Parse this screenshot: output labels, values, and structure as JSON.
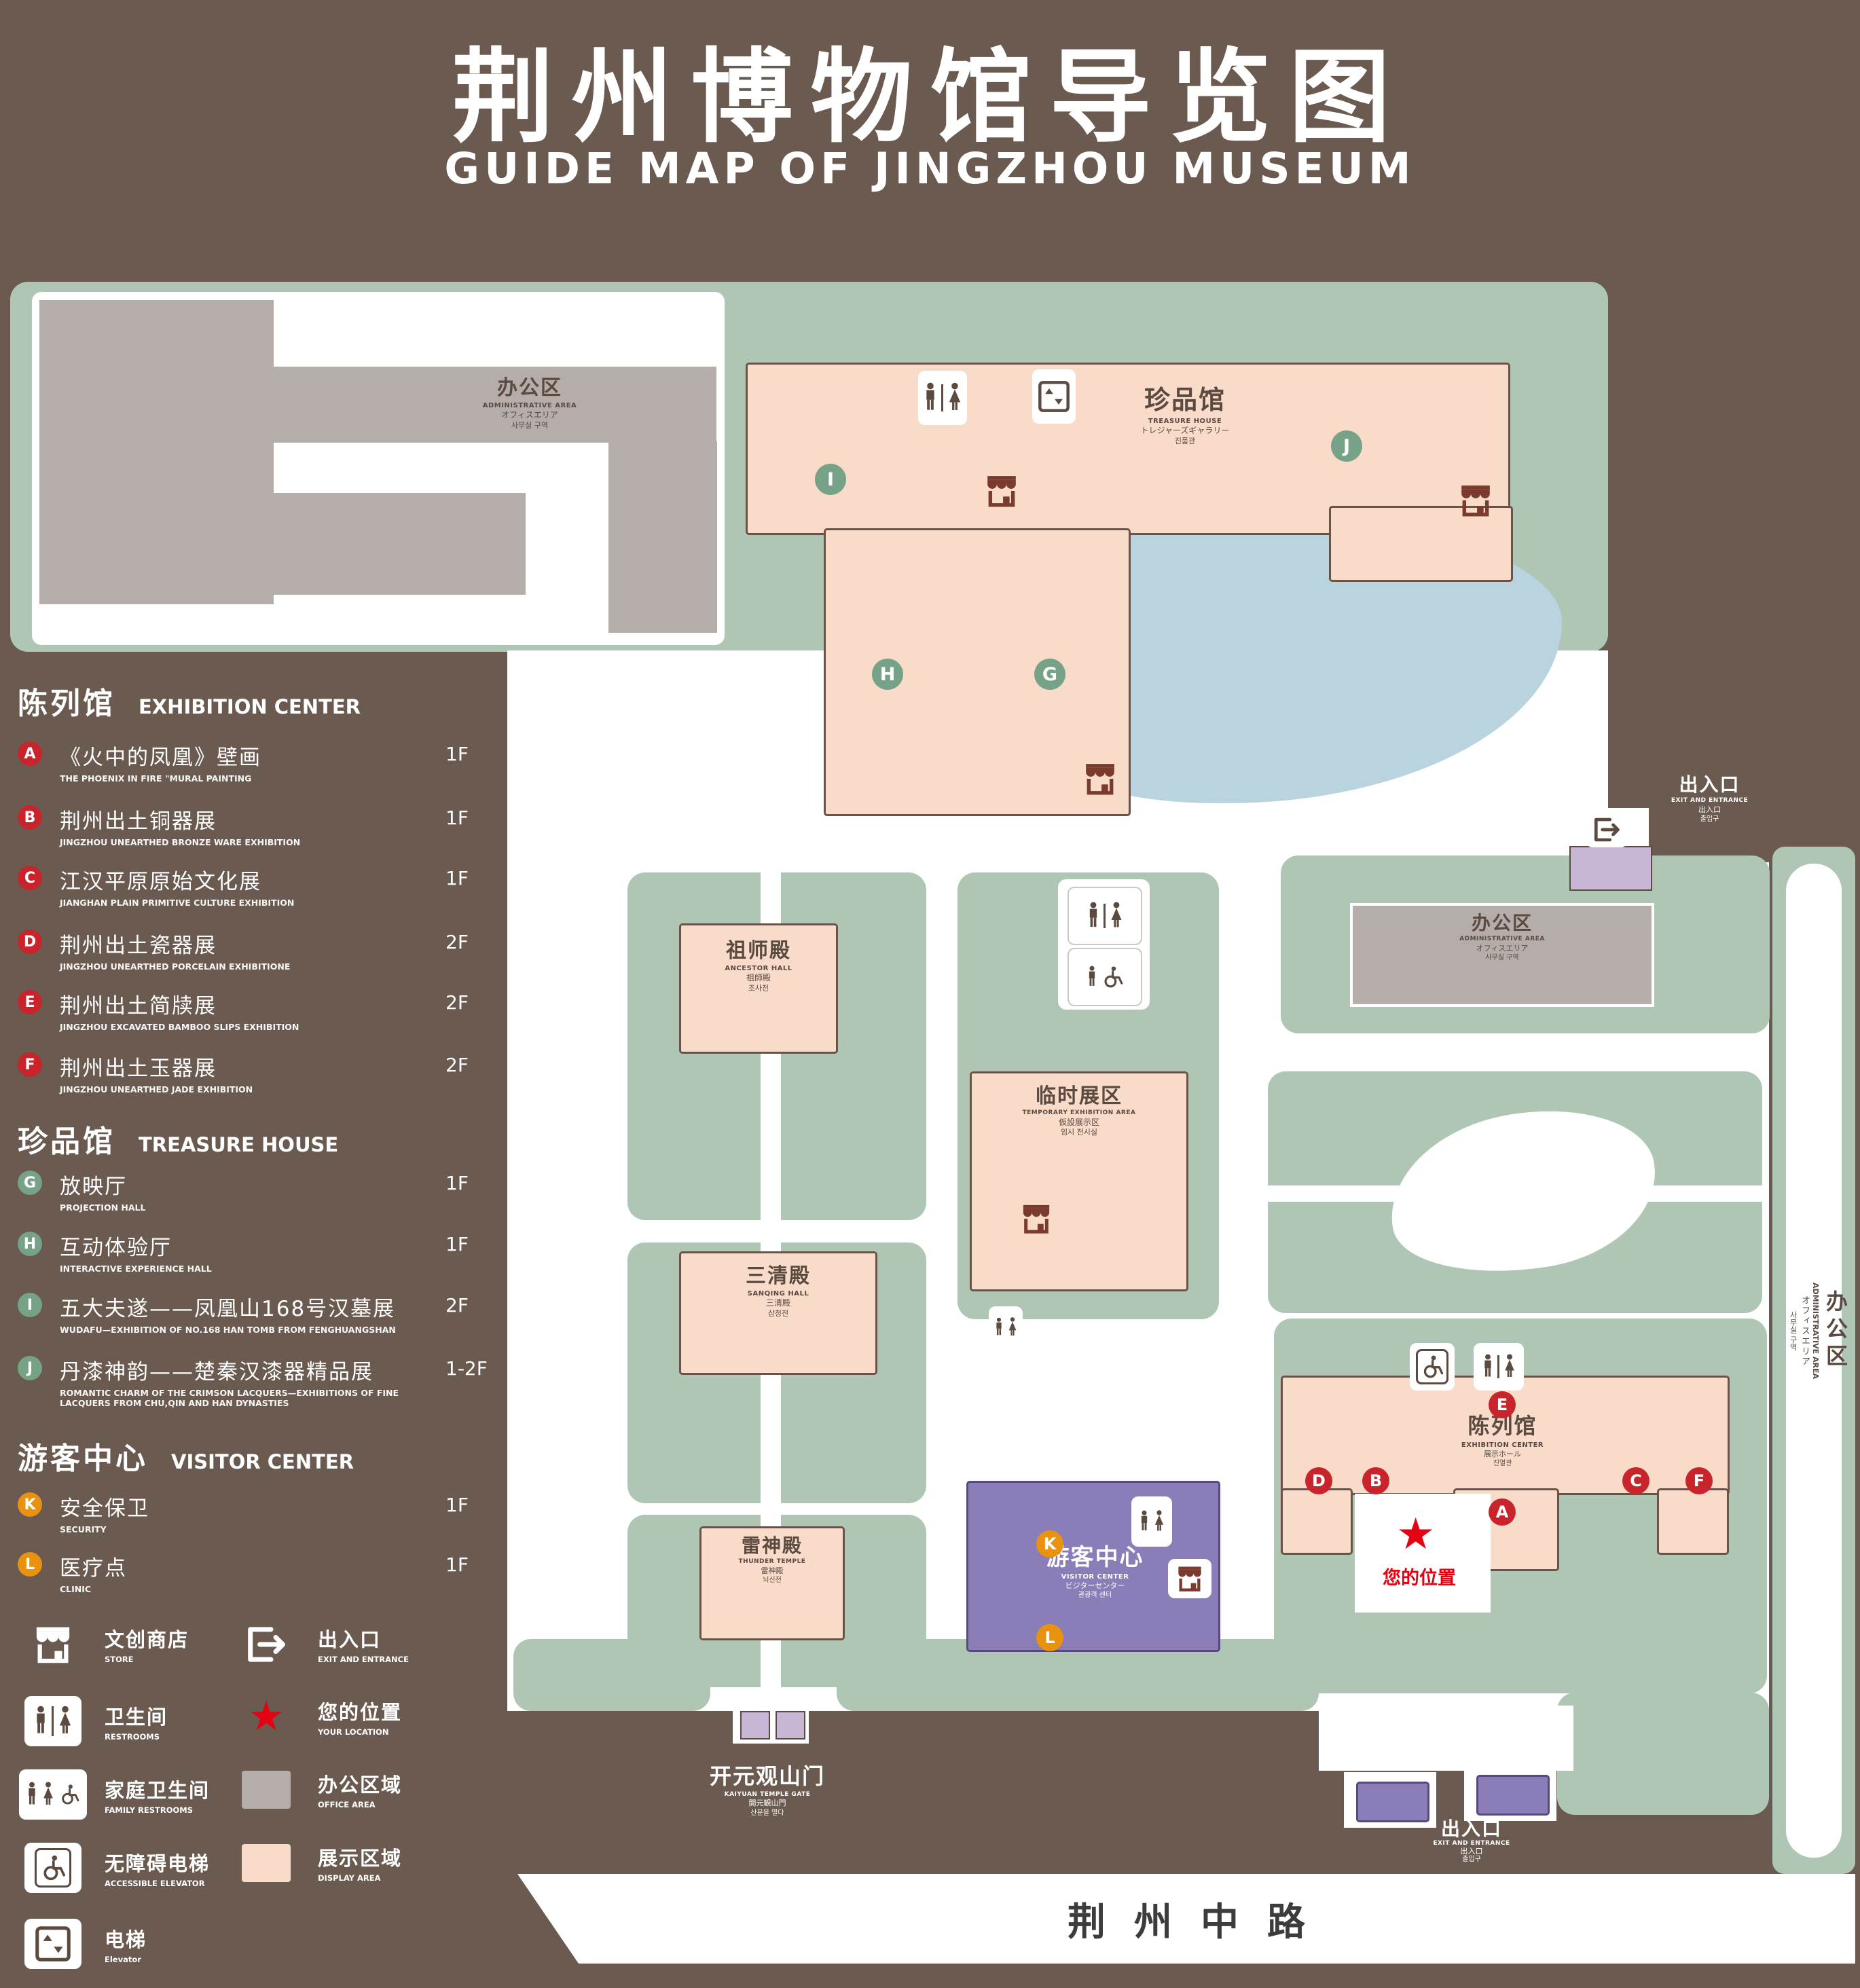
{
  "header": {
    "title_zh": "荆州博物馆导览图",
    "title_en": "GUIDE MAP OF JINGZHOU MUSEUM"
  },
  "legend": {
    "sections": [
      {
        "title_zh": "陈列馆",
        "title_en": "EXHIBITION CENTER",
        "items": [
          {
            "badge": "A",
            "zh": "《火中的凤凰》壁画",
            "en": "THE PHOENIX IN FIRE \"MURAL PAINTING",
            "floor": "1F"
          },
          {
            "badge": "B",
            "zh": "荆州出土铜器展",
            "en": "JINGZHOU UNEARTHED BRONZE WARE EXHIBITION",
            "floor": "1F"
          },
          {
            "badge": "C",
            "zh": "江汉平原原始文化展",
            "en": "JIANGHAN PLAIN PRIMITIVE CULTURE EXHIBITION",
            "floor": "1F"
          },
          {
            "badge": "D",
            "zh": "荆州出土瓷器展",
            "en": "JINGZHOU UNEARTHED PORCELAIN EXHIBITIONE",
            "floor": "2F"
          },
          {
            "badge": "E",
            "zh": "荆州出土简牍展",
            "en": "JINGZHOU EXCAVATED BAMBOO SLIPS EXHIBITION",
            "floor": "2F"
          },
          {
            "badge": "F",
            "zh": "荆州出土玉器展",
            "en": "JINGZHOU UNEARTHED JADE EXHIBITION",
            "floor": "2F"
          }
        ]
      },
      {
        "title_zh": "珍品馆",
        "title_en": "TREASURE HOUSE",
        "items": [
          {
            "badge": "G",
            "zh": "放映厅",
            "en": "PROJECTION HALL",
            "floor": "1F"
          },
          {
            "badge": "H",
            "zh": "互动体验厅",
            "en": "INTERACTIVE EXPERIENCE HALL",
            "floor": "1F"
          },
          {
            "badge": "I",
            "zh": "五大夫遂——凤凰山168号汉墓展",
            "en": "WUDAFU—EXHIBITION OF NO.168 HAN TOMB FROM FENGHUANGSHAN",
            "floor": "2F"
          },
          {
            "badge": "J",
            "zh": "丹漆神韵——楚秦汉漆器精品展",
            "en": "ROMANTIC CHARM OF THE CRIMSON LACQUERS—EXHIBITIONS OF FINE LACQUERS FROM CHU,QIN AND HAN DYNASTIES",
            "floor": "1-2F"
          }
        ]
      },
      {
        "title_zh": "游客中心",
        "title_en": "VISITOR CENTER",
        "items": [
          {
            "badge": "K",
            "zh": "安全保卫",
            "en": "SECURITY",
            "floor": "1F"
          },
          {
            "badge": "L",
            "zh": "医疗点",
            "en": "CLINIC",
            "floor": "1F"
          }
        ]
      }
    ],
    "symbols": [
      {
        "icon": "store-icon",
        "zh": "文创商店",
        "en": "STORE"
      },
      {
        "icon": "exit-icon",
        "zh": "出入口",
        "en": "EXIT AND ENTRANCE"
      },
      {
        "icon": "restroom-icon",
        "zh": "卫生间",
        "en": "RESTROOMS"
      },
      {
        "icon": "your-location-icon",
        "zh": "您的位置",
        "en": "YOUR LOCATION"
      },
      {
        "icon": "family-restroom-icon",
        "zh": "家庭卫生间",
        "en": "FAMILY RESTROOMS"
      },
      {
        "icon": "office-area-swatch",
        "zh": "办公区域",
        "en": "OFFICE AREA"
      },
      {
        "icon": "accessible-elevator-icon",
        "zh": "无障碍电梯",
        "en": "ACCESSIBLE ELEVATOR"
      },
      {
        "icon": "display-area-swatch",
        "zh": "展示区域",
        "en": "DISPLAY AREA"
      },
      {
        "icon": "elevator-icon",
        "zh": "电梯",
        "en": "Elevator"
      }
    ]
  },
  "map": {
    "admin_top": {
      "zh": "办公区",
      "en": "ADMINISTRATIVE AREA",
      "ja": "オフィスエリア",
      "ko": "사무실 구역"
    },
    "treasure_house": {
      "zh": "珍品馆",
      "en": "TREASURE HOUSE",
      "ja": "トレジャーズギャラリー",
      "ko": "진품관"
    },
    "exit_right": {
      "zh": "出入口",
      "en": "EXIT AND ENTRANCE",
      "ja": "出入口",
      "ko": "출입구"
    },
    "admin_right": {
      "zh": "办公区",
      "en": "ADMINISTRATIVE AREA",
      "ja": "オフィスエリア",
      "ko": "사무실 구역"
    },
    "admin_side": {
      "zh": "办公区",
      "en": "ADMINISTRATIVE AREA",
      "ja": "オフィスエリア",
      "ko": "사무실 구역"
    },
    "ancestor_hall": {
      "zh": "祖师殿",
      "en": "ANCESTOR HALL",
      "ja": "祖師殿",
      "ko": "조사전"
    },
    "temporary_area": {
      "zh": "临时展区",
      "en": "TEMPORARY EXHIBITION AREA",
      "ja": "仮設展示区",
      "ko": "임시 전시실"
    },
    "sanqing_hall": {
      "zh": "三清殿",
      "en": "SANQING HALL",
      "ja": "三清殿",
      "ko": "삼청전"
    },
    "thunder_temple": {
      "zh": "雷神殿",
      "en": "THUNDER TEMPLE",
      "ja": "雷神殿",
      "ko": "뇌신전"
    },
    "visitor_center": {
      "zh": "游客中心",
      "en": "VISITOR CENTER",
      "ja": "ビジターセンター",
      "ko": "관광객 센터"
    },
    "exhibition_center": {
      "zh": "陈列馆",
      "en": "EXHIBITION CENTER",
      "ja": "展示ホール",
      "ko": "진열관"
    },
    "gate": {
      "zh": "开元观山门",
      "en": "KAIYUAN TEMPLE GATE",
      "ja": "開元観山門",
      "ko": "산문을 열다"
    },
    "exit_bottom": {
      "zh": "出入口",
      "en": "EXIT AND ENTRANCE",
      "ja": "出入口",
      "ko": "출입구"
    },
    "your_location": "您的位置",
    "road": "荆州中路",
    "markers": {
      "a": "A",
      "b": "B",
      "c": "C",
      "d": "D",
      "e": "E",
      "f": "F",
      "g": "G",
      "h": "H",
      "i": "I",
      "j": "J",
      "k": "K",
      "l": "L"
    }
  },
  "colors": {
    "background_brown": "#6A5A50",
    "ground_green": "#AEC6B3",
    "display_pink": "#F8DBC9",
    "office_gray": "#B4ADA9",
    "visitor_purple": "#8B7DB8",
    "entrance_lavender": "#C8B6D6",
    "pond_blue": "#B9D3DF",
    "badge_red": "#C9232B",
    "badge_green": "#76A287",
    "badge_orange": "#E8920F",
    "location_red": "#E60012"
  }
}
